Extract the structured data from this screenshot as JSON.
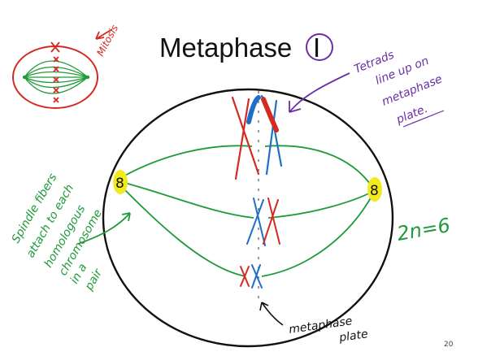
{
  "title": {
    "main": "Metaphase",
    "numeral": "I"
  },
  "labels": {
    "mitosis": "Mitosis",
    "tetrads_lines": [
      "Tetrads",
      "line up on",
      "metaphase",
      "plate."
    ],
    "spindle_lines": [
      "Spindle fibers",
      "attach to each",
      "homologous",
      "chromosome",
      "in a",
      "pair"
    ],
    "ploidy": "2n=6",
    "metaphase_plate_lines": [
      "metaphase",
      "plate"
    ],
    "centriole_left": "8",
    "centriole_right": "8"
  },
  "page_number": "20",
  "colors": {
    "cell_outline": "#111111",
    "spindle": "#1f9a3a",
    "maternal": "#d42a22",
    "paternal": "#1e6fc7",
    "centrosome_highlight": "#f2ea1e",
    "annotation_purple": "#6a2fa5",
    "annotation_green": "#1f9a3a",
    "annotation_red": "#d42a22"
  }
}
